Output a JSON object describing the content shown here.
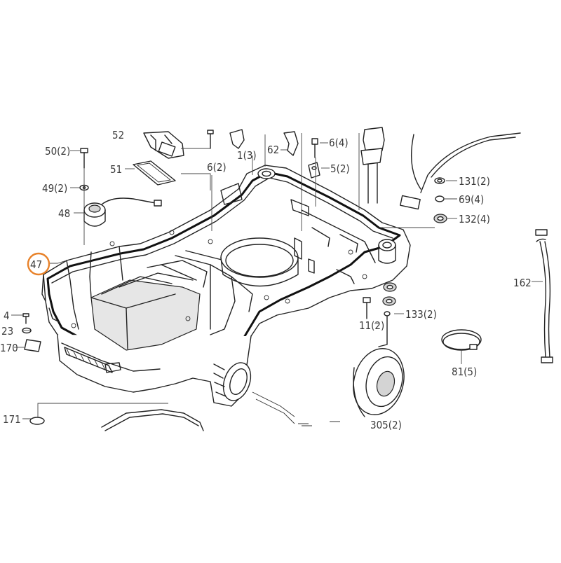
{
  "labels": [
    {
      "id": "50",
      "text": "50(2)"
    },
    {
      "id": "49",
      "text": "49(2)"
    },
    {
      "id": "48",
      "text": "48"
    },
    {
      "id": "47",
      "text": "47"
    },
    {
      "id": "4",
      "text": "4"
    },
    {
      "id": "23",
      "text": "23"
    },
    {
      "id": "170",
      "text": "170"
    },
    {
      "id": "171",
      "text": "171"
    },
    {
      "id": "51",
      "text": "51"
    },
    {
      "id": "52",
      "text": "52"
    },
    {
      "id": "6a",
      "text": "6(2)"
    },
    {
      "id": "1",
      "text": "1(3)"
    },
    {
      "id": "62",
      "text": "62"
    },
    {
      "id": "6b",
      "text": "6(4)"
    },
    {
      "id": "5",
      "text": "5(2)"
    },
    {
      "id": "131",
      "text": "131(2)"
    },
    {
      "id": "69",
      "text": "69(4)"
    },
    {
      "id": "132",
      "text": "132(4)"
    },
    {
      "id": "162",
      "text": "162"
    },
    {
      "id": "133",
      "text": "133(2)"
    },
    {
      "id": "11",
      "text": "11(2)"
    },
    {
      "id": "81",
      "text": "81(5)"
    },
    {
      "id": "305",
      "text": "305(2)"
    }
  ],
  "highlight": {
    "label_id": "47",
    "color": "#e8822a"
  },
  "colors": {
    "line": "#222222",
    "label": "#3a3a3a",
    "background": "#ffffff"
  }
}
